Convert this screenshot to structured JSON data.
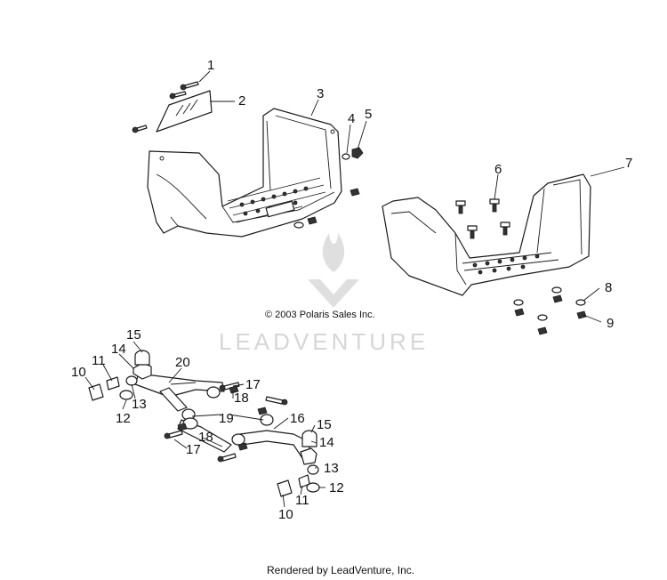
{
  "copyright": "© 2003 Polaris Sales Inc.",
  "footer": "Rendered by LeadVenture, Inc.",
  "watermark": {
    "text": "LEADVENTURE",
    "color": "#d6d6d6"
  },
  "callouts": {
    "c1": "1",
    "c2": "2",
    "c3": "3",
    "c4": "4",
    "c5": "5",
    "c6": "6",
    "c7": "7",
    "c8": "8",
    "c9": "9",
    "c10a": "10",
    "c10b": "10",
    "c11a": "11",
    "c11b": "11",
    "c12a": "12",
    "c12b": "12",
    "c13a": "13",
    "c13b": "13",
    "c14a": "14",
    "c14b": "14",
    "c15a": "15",
    "c15b": "15",
    "c16": "16",
    "c17a": "17",
    "c17b": "17",
    "c18a": "18",
    "c18b": "18",
    "c19": "19",
    "c20": "20"
  }
}
